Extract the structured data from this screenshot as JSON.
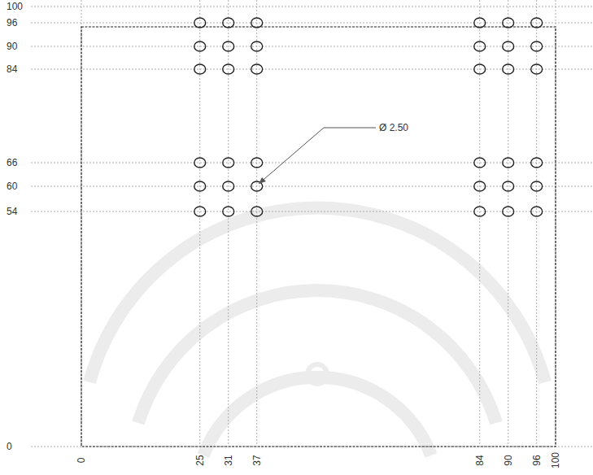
{
  "diagram": {
    "labels": [
      "100",
      "96",
      "90",
      "84",
      "66",
      "60",
      "54",
      "0",
      "Ø 2.50",
      "0",
      "25",
      "31",
      "37",
      "84",
      "90",
      "96",
      "100"
    ]
  }
}
